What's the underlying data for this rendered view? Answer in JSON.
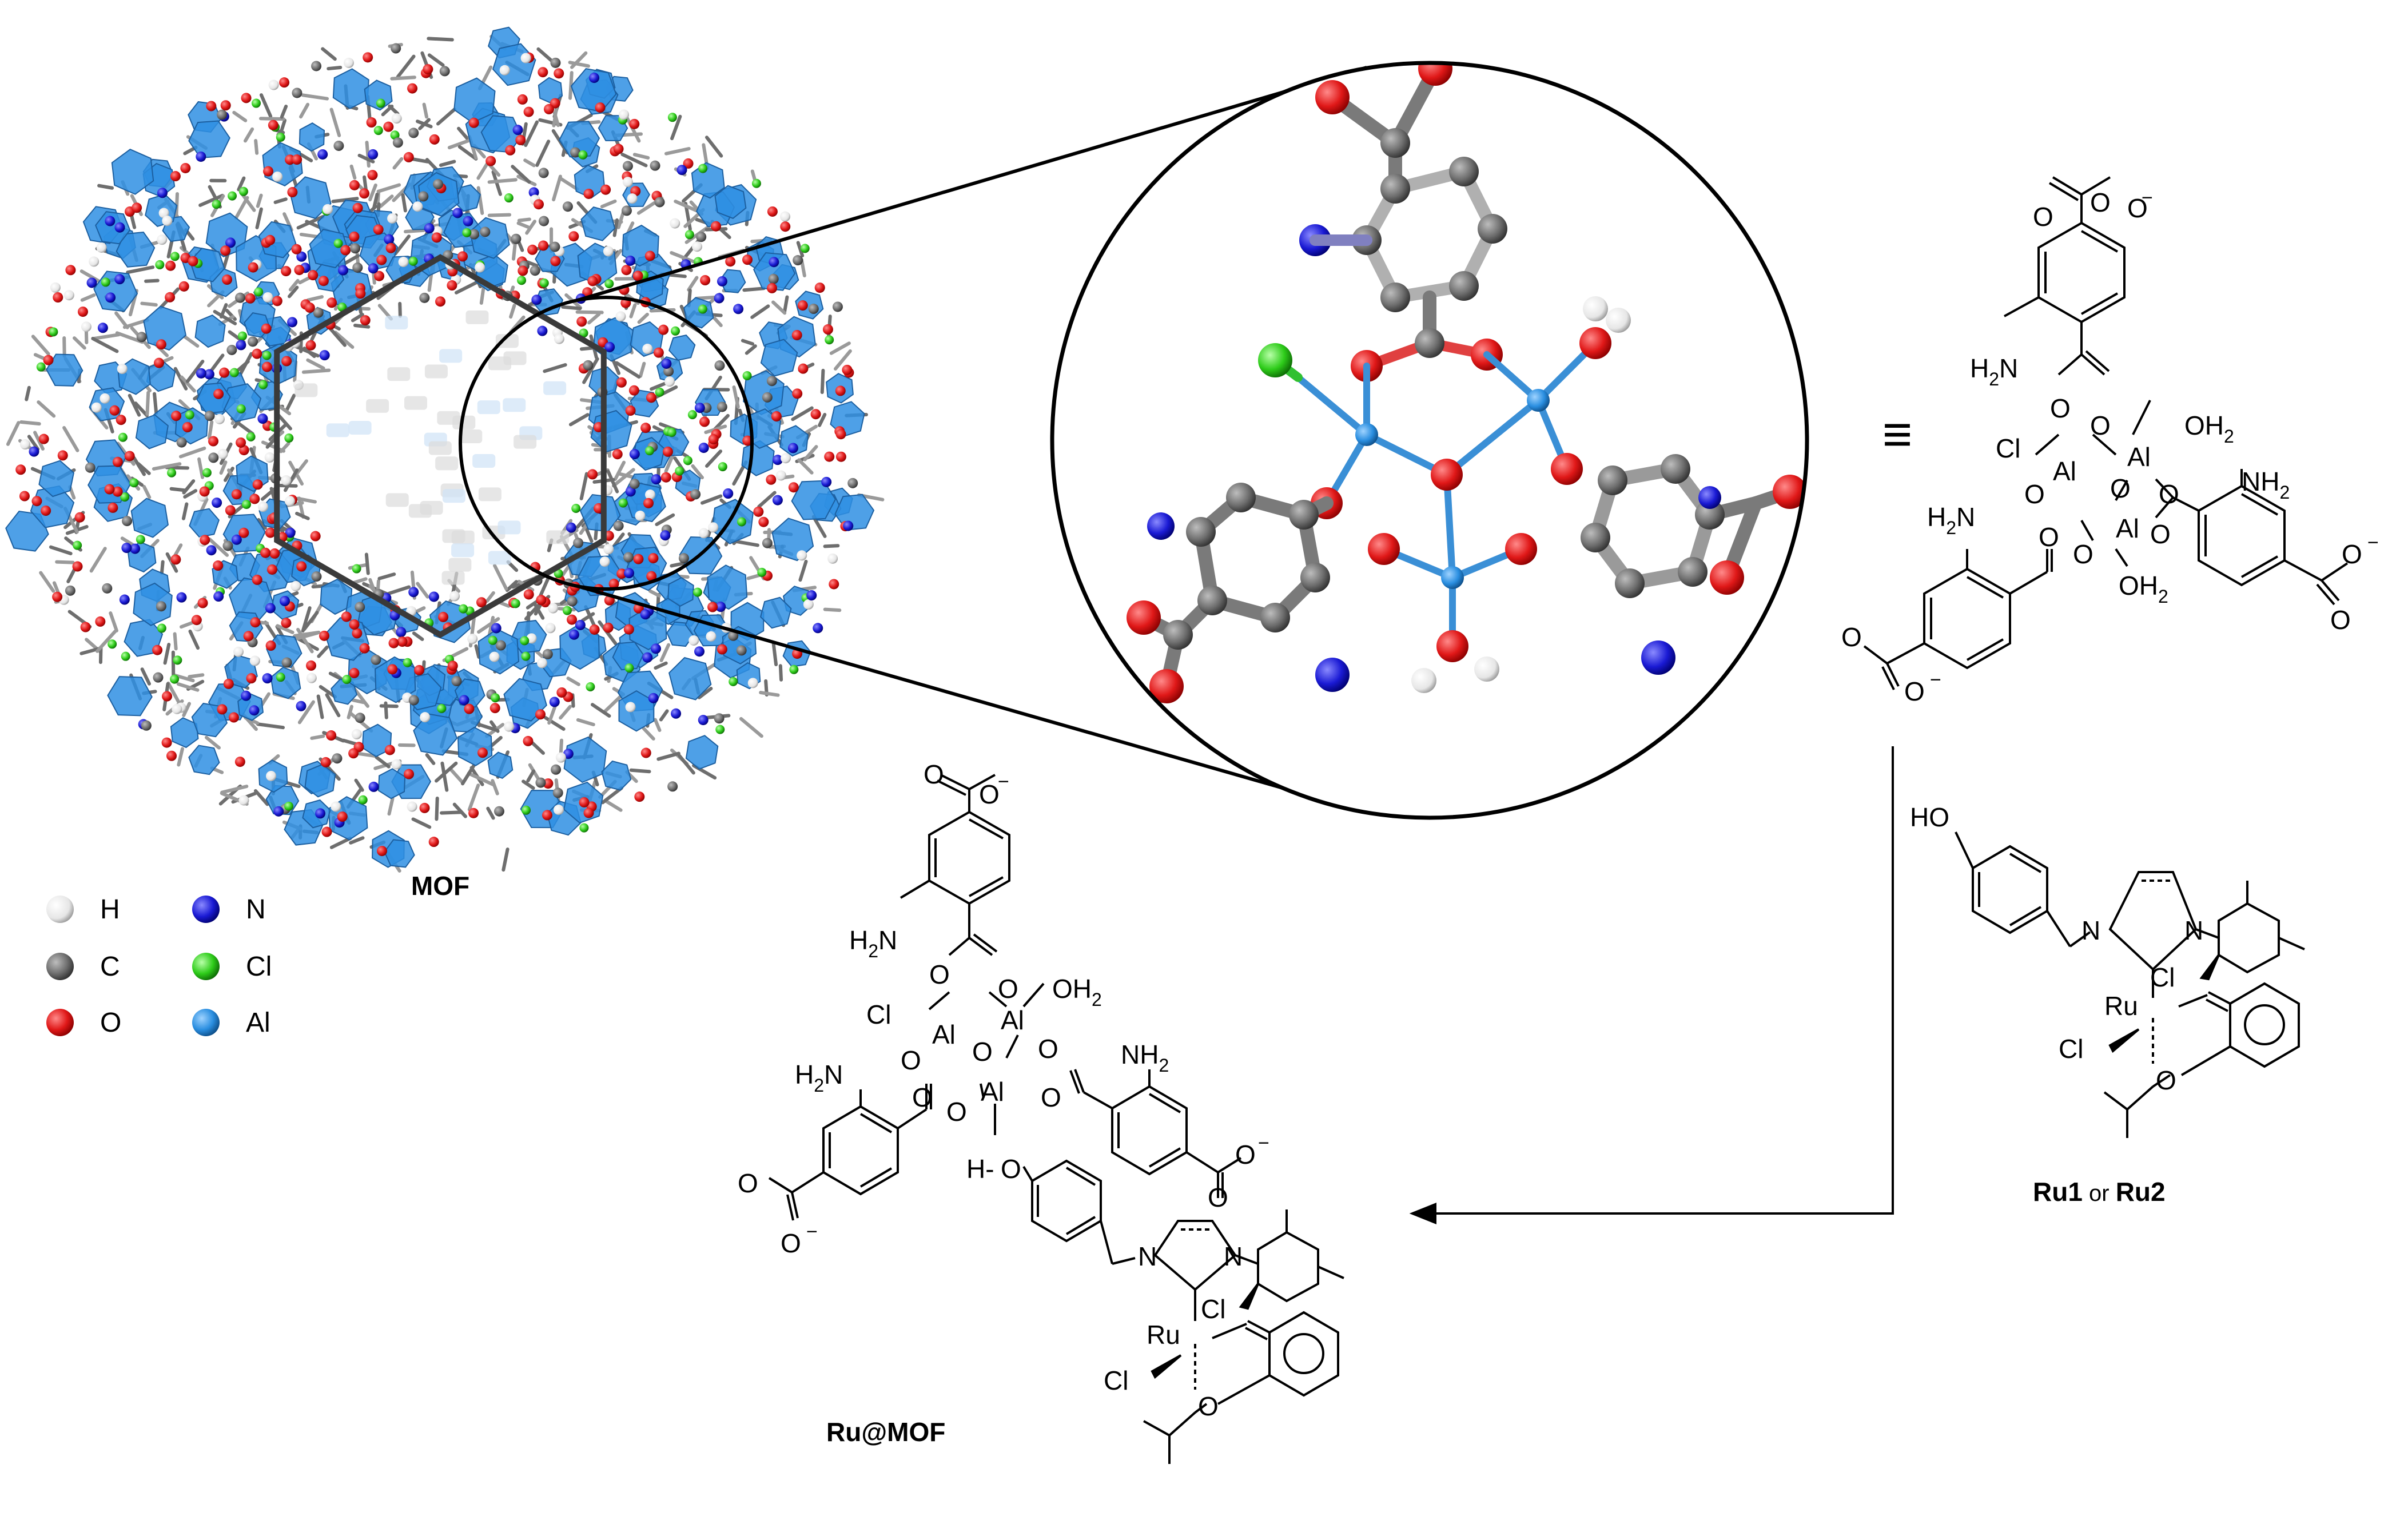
{
  "mof": {
    "label": "MOF"
  },
  "legend": {
    "items": [
      {
        "symbol": "H",
        "color": "#f2f2f2"
      },
      {
        "symbol": "N",
        "color": "#1a1ad4"
      },
      {
        "symbol": "C",
        "color": "#7a7a7a"
      },
      {
        "symbol": "Cl",
        "color": "#2ecc1a"
      },
      {
        "symbol": "O",
        "color": "#e01818"
      },
      {
        "symbol": "Al",
        "color": "#2a8ee0"
      }
    ]
  },
  "colors": {
    "hydrogen": "#f2f2f2",
    "carbon": "#6e6e6e",
    "nitrogen": "#1a1ad4",
    "oxygen": "#e01818",
    "chlorine": "#2ecc1a",
    "aluminium": "#2a8ee0",
    "polyhedra": "#2f8fe3"
  },
  "equivalence_symbol": "≡",
  "cluster_structure": {
    "labels": {
      "o_minus_top": "O",
      "charge": "−",
      "amine_top": "H",
      "amine_top_sub": "2",
      "amine_top_n": "N",
      "cl": "Cl",
      "al": "Al",
      "o": "O",
      "oh2_top": "OH",
      "oh2_sub": "2",
      "amine_right": "NH",
      "amine_right_sub": "2",
      "amine_left": "H",
      "amine_left_sub": "2",
      "amine_left_n": "N",
      "oh2_bottom": "OH",
      "oh2_bottom_sub": "2"
    }
  },
  "ru_complex": {
    "ho": "HO",
    "n": "N",
    "cl": "Cl",
    "ru": "Ru",
    "o": "O",
    "caption_part1": "Ru1",
    "caption_or": " or ",
    "caption_part2": "Ru2"
  },
  "ru_mof": {
    "caption": "Ru@MOF",
    "h_label": "H-",
    "o": "O",
    "n": "N",
    "cl": "Cl",
    "ru": "Ru",
    "al": "Al"
  }
}
